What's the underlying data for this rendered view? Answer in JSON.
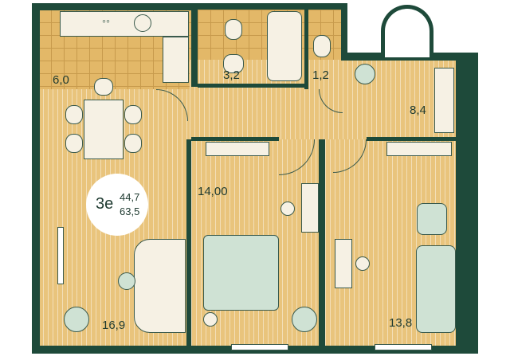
{
  "plan": {
    "type_label": "3е",
    "living_area": "44,7",
    "total_area": "63,5"
  },
  "rooms": {
    "kitchen": "6,0",
    "bathroom": "3,2",
    "toilet": "1,2",
    "hall": "8,4",
    "bedroom_1": "14,00",
    "living_room": "16,9",
    "bedroom_2": "13,8"
  },
  "colors": {
    "wall": "#1e4a3a",
    "floor": "#e9c47c",
    "badge": "#ffffff"
  }
}
